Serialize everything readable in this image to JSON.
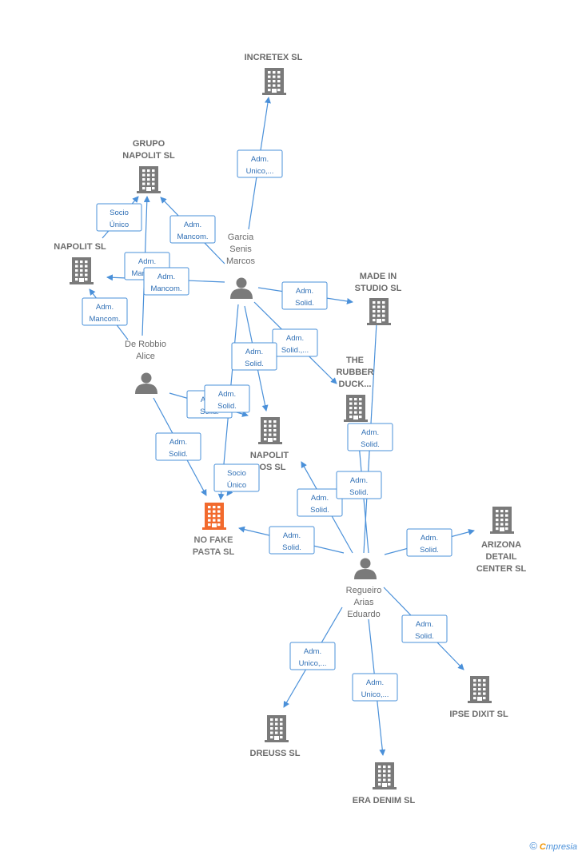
{
  "colors": {
    "edge": "#4a90d9",
    "company": "#7a7a7a",
    "target": "#f26a2d",
    "person": "#7a7a7a"
  },
  "nodes": [
    {
      "id": "incretex",
      "type": "company",
      "label": [
        "INCRETEX  SL"
      ]
    },
    {
      "id": "grupo_napolit",
      "type": "company",
      "label": [
        "GRUPO",
        "NAPOLIT  SL"
      ]
    },
    {
      "id": "napolit",
      "type": "company",
      "label": [
        "NAPOLIT  SL"
      ]
    },
    {
      "id": "garcia",
      "type": "person",
      "label": [
        "Garcia",
        "Senis",
        "Marcos"
      ]
    },
    {
      "id": "made_in_studio",
      "type": "company",
      "label": [
        "MADE IN",
        "STUDIO  SL"
      ]
    },
    {
      "id": "de_robbio",
      "type": "person",
      "label": [
        "De Robbio",
        "Alice"
      ]
    },
    {
      "id": "rubber_duck",
      "type": "company",
      "label": [
        "THE",
        "RUBBER",
        "DUCK..."
      ]
    },
    {
      "id": "napolit_dos",
      "type": "company",
      "label": [
        "NAPOLIT",
        "DOS  SL"
      ]
    },
    {
      "id": "no_fake_pasta",
      "type": "target",
      "label": [
        "NO FAKE",
        "PASTA  SL"
      ]
    },
    {
      "id": "arizona",
      "type": "company",
      "label": [
        "ARIZONA",
        "DETAIL",
        "CENTER  SL"
      ]
    },
    {
      "id": "regueiro",
      "type": "person",
      "label": [
        "Regueiro",
        "Arias",
        "Eduardo"
      ]
    },
    {
      "id": "ipse_dixit",
      "type": "company",
      "label": [
        "IPSE DIXIT  SL"
      ]
    },
    {
      "id": "dreuss",
      "type": "company",
      "label": [
        "DREUSS  SL"
      ]
    },
    {
      "id": "era_denim",
      "type": "company",
      "label": [
        "ERA DENIM  SL"
      ]
    }
  ],
  "edges": [
    {
      "id": "e1",
      "label": [
        "Adm.",
        "Unico,..."
      ]
    },
    {
      "id": "e2",
      "label": [
        "Adm.",
        "Mancom."
      ]
    },
    {
      "id": "e3",
      "label": [
        "Socio",
        "Único"
      ]
    },
    {
      "id": "e4",
      "label": [
        "Adm.",
        "Mancom."
      ]
    },
    {
      "id": "e5",
      "label": [
        "Adm.",
        "Mancom."
      ]
    },
    {
      "id": "e6",
      "label": [
        "Adm.",
        "Mancom."
      ]
    },
    {
      "id": "e7",
      "label": [
        "Adm.",
        "Solid."
      ]
    },
    {
      "id": "e8",
      "label": [
        "Adm.",
        "Solid.,..."
      ]
    },
    {
      "id": "e9",
      "label": [
        "Adm.",
        "Solid."
      ]
    },
    {
      "id": "e10",
      "label": [
        "Adm.",
        "Solid."
      ]
    },
    {
      "id": "e11",
      "label": [
        "Adm.",
        "Solid."
      ]
    },
    {
      "id": "e12",
      "label": [
        "Adm.",
        "Solid."
      ]
    },
    {
      "id": "e13",
      "label": [
        "Socio",
        "Único"
      ]
    },
    {
      "id": "e14",
      "label": [
        "Adm.",
        "Solid."
      ]
    },
    {
      "id": "e15",
      "label": [
        "Adm.",
        "Solid."
      ]
    },
    {
      "id": "e16",
      "label": [
        "Adm.",
        "Solid."
      ]
    },
    {
      "id": "e17",
      "label": [
        "Adm.",
        "Solid."
      ]
    },
    {
      "id": "e18",
      "label": [
        "Adm.",
        "Solid."
      ]
    },
    {
      "id": "e19",
      "label": [
        "Adm.",
        "Solid."
      ]
    },
    {
      "id": "e20",
      "label": [
        "Adm.",
        "Unico,..."
      ]
    },
    {
      "id": "e21",
      "label": [
        "Adm.",
        "Unico,..."
      ]
    }
  ],
  "brand": {
    "copyright": "©",
    "initial": "C",
    "rest": "mpresia"
  }
}
